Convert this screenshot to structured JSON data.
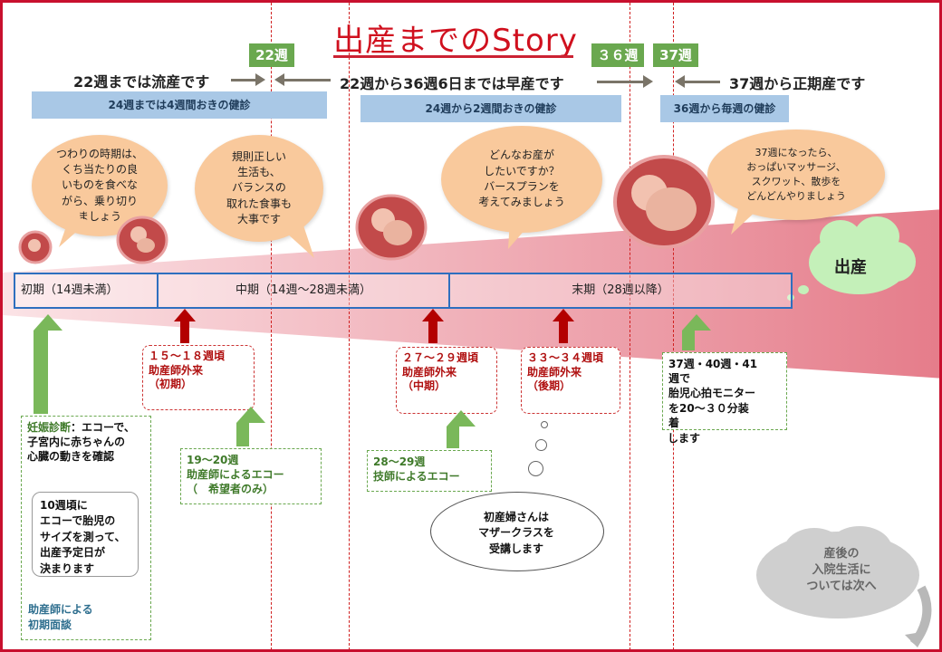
{
  "title": "出産までのStory",
  "badges": {
    "w22": "22週",
    "w36": "３６週",
    "w37": "37週"
  },
  "periods": {
    "miscarriage": "22週までは流産です",
    "premature": "22週から36週6日までは早産です",
    "fullterm": "37週から正期産です"
  },
  "checkups": {
    "every4": "24週までは4週間おきの健診",
    "every2": "24週から2週間おきの健診",
    "weekly": "36週から毎週の健診"
  },
  "bubbles": {
    "b1": [
      "つわりの時期は、",
      "くち当たりの良",
      "いものを食べな",
      "がら、乗り切り",
      "ましょう"
    ],
    "b2": [
      "規則正しい",
      "生活も、",
      "バランスの",
      "取れた食事も",
      "大事です"
    ],
    "b3": [
      "どんなお産が",
      "したいですか？",
      "バースプランを",
      "考えてみましょう"
    ],
    "b4": [
      "37週になったら、",
      "おっぱいマッサージ、",
      "スクワット、散歩を",
      "どんどんやりましょう"
    ]
  },
  "birth": "出産",
  "stages": {
    "early": "初期（14週未満）",
    "middle": "中期（14週～28週未満）",
    "late": "末期（28週以降）"
  },
  "midwife_visits": {
    "v1": [
      "１５～１８週頃",
      "助産師外来",
      "（初期）"
    ],
    "v2": [
      "２７～２９週頃",
      "助産師外来",
      "（中期）"
    ],
    "v3": [
      "３３～３４週頃",
      "助産師外来",
      "（後期）"
    ]
  },
  "green_notes": {
    "pregnancy_prefix": "妊娠診断",
    "pregnancy_rest": "：エコーで、",
    "pregnancy_lines": [
      "子宮内に赤ちゃんの",
      "心臓の動きを確認"
    ],
    "due_date": [
      "10週頃に",
      "エコーで胎児の",
      "サイズを測って、",
      "出産予定日が",
      "決まります"
    ],
    "first_interview": [
      "助産師による",
      "初期面談"
    ],
    "echo_midwife": [
      "19～20週",
      "助産師によるエコー",
      "（　希望者のみ）"
    ],
    "echo_tech": [
      "28～29週",
      "技師によるエコー"
    ],
    "monitor": [
      "37週・40週・41",
      "週で",
      "胎児心拍モニター",
      "を20～３０分装",
      "着",
      "します"
    ]
  },
  "mother_class": [
    "初産婦さんは",
    "マザークラスを",
    "受講します"
  ],
  "next": [
    "産後の",
    "入院生活に",
    "ついては次へ"
  ],
  "colors": {
    "accent_red": "#c8102e",
    "badge_green": "#6aa84f",
    "checkup_blue": "#a9c8e6",
    "bubble_orange": "#f9c99c",
    "birth_green": "#c4f0b9",
    "stage_border": "#2e6fbf"
  }
}
